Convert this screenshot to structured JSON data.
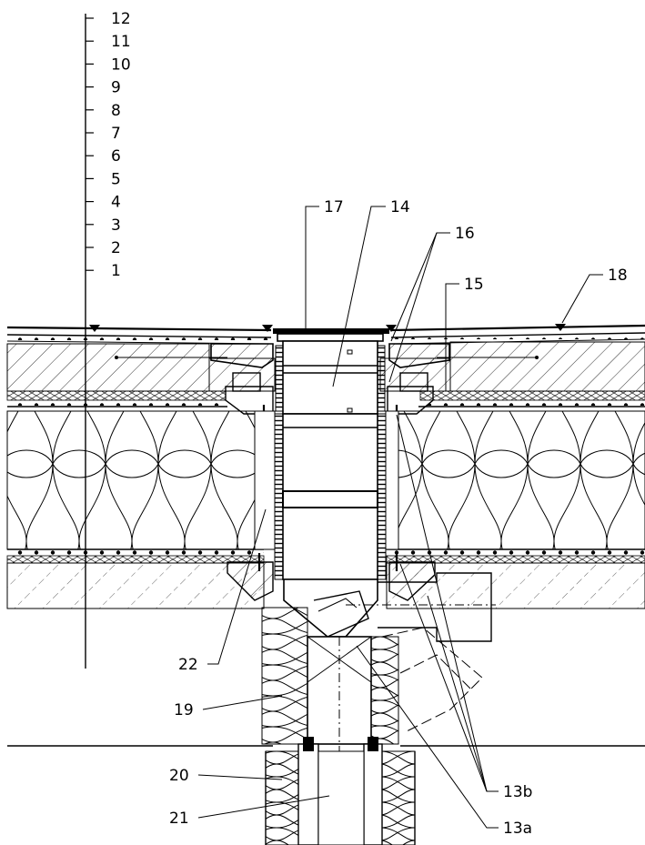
{
  "scale": {
    "levels": [
      "12",
      "11",
      "10",
      "9",
      "8",
      "7",
      "6",
      "5",
      "4",
      "3",
      "2",
      "1"
    ]
  },
  "labels": {
    "l17": "17",
    "l14": "14",
    "l16": "16",
    "l15": "15",
    "l18": "18",
    "l22": "22",
    "l19": "19",
    "l20": "20",
    "l21": "21",
    "l13b": "13b",
    "l13a": "13a"
  }
}
